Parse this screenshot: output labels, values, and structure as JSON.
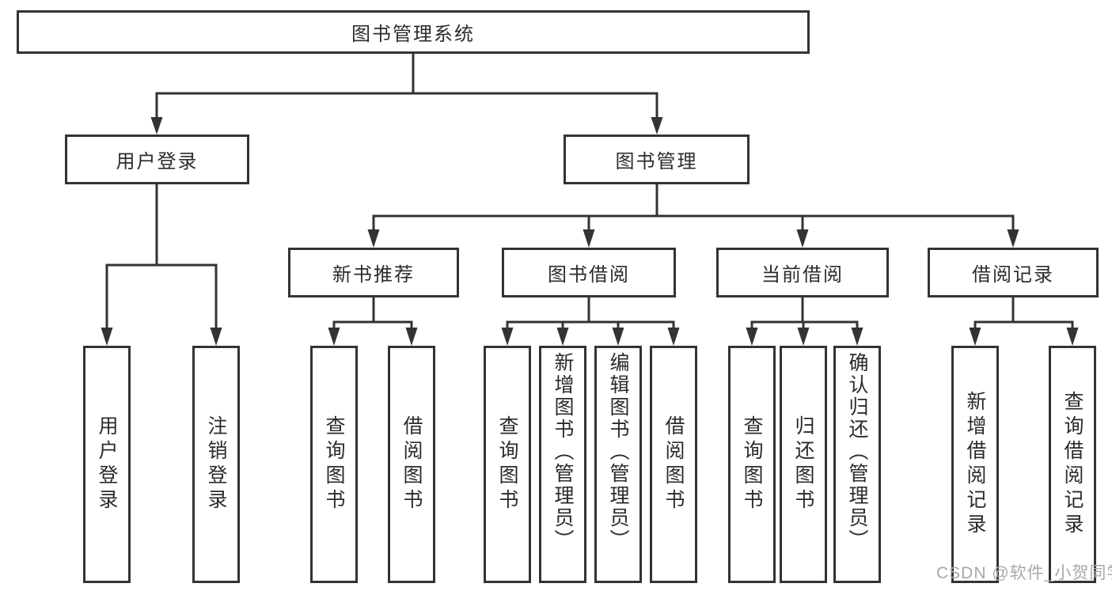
{
  "diagram": {
    "title": "图书管理系统",
    "watermark": "CSDN @软件_小贺同学",
    "colors": {
      "line": "#333333",
      "text": "#2b2b2b",
      "watermark": "#a8a8a8",
      "background": "#ffffff"
    },
    "nodes": {
      "root": {
        "label": "图书管理系统"
      },
      "user_login": {
        "label": "用户登录"
      },
      "book_mgmt": {
        "label": "图书管理"
      },
      "new_book_recommend": {
        "label": "新书推荐"
      },
      "book_borrow": {
        "label": "图书借阅"
      },
      "current_borrow": {
        "label": "当前借阅"
      },
      "borrow_record": {
        "label": "借阅记录"
      },
      "leaves": {
        "user_login": {
          "label": "用户登录"
        },
        "logout": {
          "label": "注销登录"
        },
        "nb_query_book": {
          "label": "查询图书"
        },
        "nb_borrow_book": {
          "label": "借阅图书"
        },
        "bb_query_book": {
          "label": "查询图书"
        },
        "bb_add_book_admin": {
          "label": "新增图书（管理员）"
        },
        "bb_edit_book_admin": {
          "label": "编辑图书（管理员）"
        },
        "bb_borrow_book": {
          "label": "借阅图书"
        },
        "cb_query_book": {
          "label": "查询图书"
        },
        "cb_return_book": {
          "label": "归还图书"
        },
        "cb_confirm_return_admin": {
          "label": "确认归还（管理员）"
        },
        "br_add_record": {
          "label": "新增借阅记录"
        },
        "br_query_record": {
          "label": "查询借阅记录"
        }
      }
    }
  }
}
